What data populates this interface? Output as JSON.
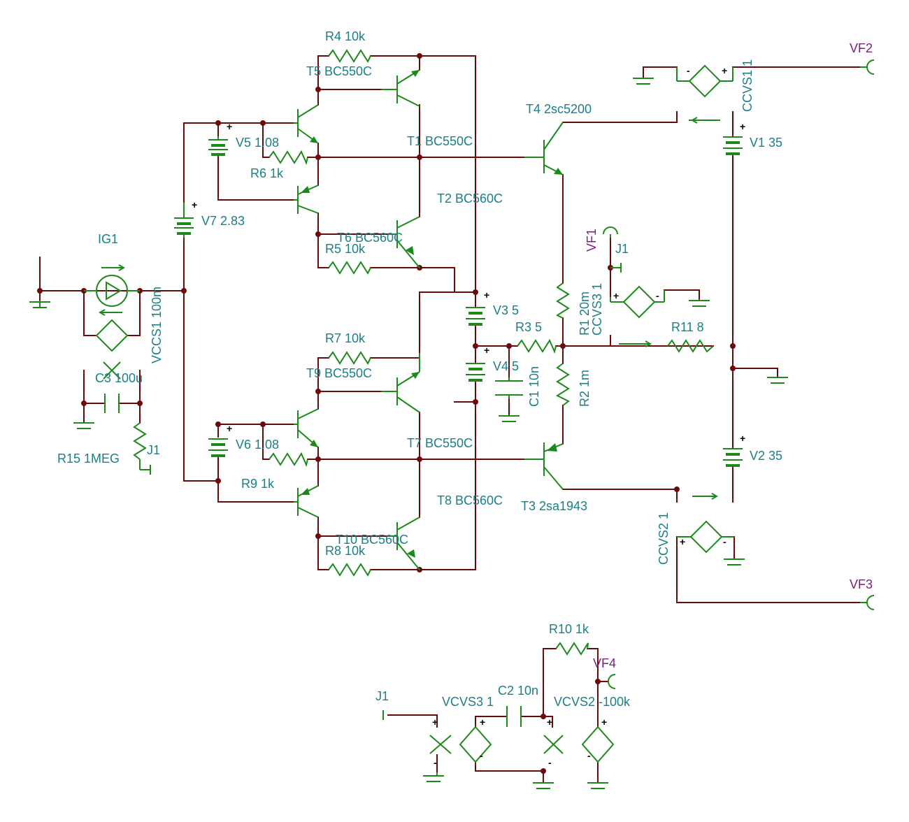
{
  "labels": {
    "r4": "R4 10k",
    "t5": "T5 BC550C",
    "t1": "T1 BC550C",
    "v5": "V5 1.08",
    "r6": "R6 1k",
    "t2": "T2 BC560C",
    "v7": "V7 2.83",
    "t6": "T6 BC560C",
    "r5": "R5 10k",
    "ig1": "IG1",
    "vccs1": "VCCS1 100m",
    "c3": "C3 100u",
    "r15": "R15 1MEG",
    "j1a": "J1",
    "r7": "R7 10k",
    "t9": "T9 BC550C",
    "v6": "V6 1.08",
    "t7": "T7 BC550C",
    "r9": "R9 1k",
    "t8": "T8 BC560C",
    "t10": "T10 BC560C",
    "r8": "R8 10k",
    "v3": "V3 5",
    "v4": "V4 5",
    "r3": "R3 5",
    "c1": "C1 10n",
    "r2": "R2 1m",
    "r1": "R1 20m",
    "ccvs3": "CCVS3 1",
    "t4": "T4 2sc5200",
    "t3": "T3 2sa1943",
    "ccvs1": "CCVS1 1",
    "v1": "V1 35",
    "v2": "V2 35",
    "r11": "R11 8",
    "j1b": "J1",
    "ccvs2": "CCVS2 1",
    "r10": "R10 1k",
    "c2": "C2 10n",
    "vcvs3": "VCVS3 1",
    "vcvs2": "VCVS2 -100k",
    "j1c": "J1"
  },
  "ports": {
    "vf1": "VF1",
    "vf2": "VF2",
    "vf3": "VF3",
    "vf4": "VF4"
  },
  "colors": {
    "wire": "#6b0a0a",
    "component": "#1b8a1b",
    "label": "#1a7f86",
    "port": "#7a1f7a"
  }
}
